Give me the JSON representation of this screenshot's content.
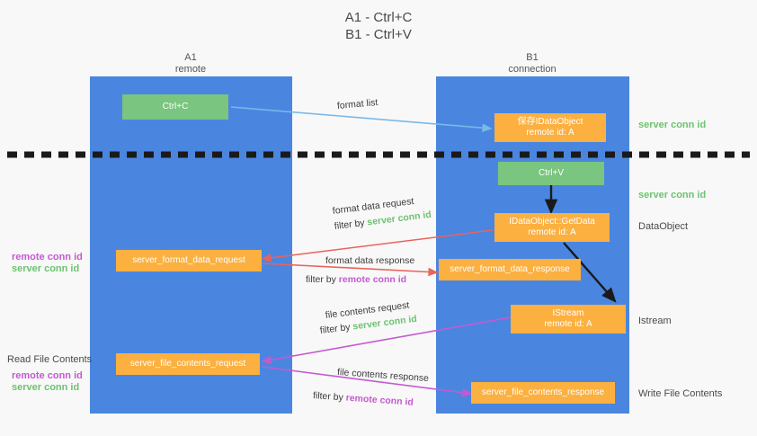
{
  "title": {
    "line1": "A1 - Ctrl+C",
    "line2": "B1 - Ctrl+V"
  },
  "columns": [
    {
      "name": "A1",
      "sub": "remote"
    },
    {
      "name": "B1",
      "sub": "connection"
    }
  ],
  "nodes": {
    "ctrl_c": "Ctrl+C",
    "ctrl_v": "Ctrl+V",
    "dataobject_store": {
      "line1": "保存IDataObject",
      "line2": "remote id: A"
    },
    "getdata": {
      "line1": "IDataObject::GetData",
      "line2": "remote id: A"
    },
    "istream": {
      "line1": "IStream",
      "line2": "remote id: A"
    },
    "server_format_data_request": "server_format_data_request",
    "server_format_data_response": "server_format_data_response",
    "server_file_contents_request": "server_file_contents_request",
    "server_file_contents_response": "server_file_contents_response"
  },
  "edge_labels": {
    "format_list": "format list",
    "format_data_request": "format data request",
    "format_data_request_filter_prefix": "filter by ",
    "format_data_request_filter_value": "server conn id",
    "format_data_response": "format data response",
    "format_data_response_filter_prefix": "filter by ",
    "format_data_response_filter_value": "remote conn id",
    "file_contents_request": "file contents request",
    "file_contents_request_filter_prefix": "filter by ",
    "file_contents_request_filter_value": "server conn id",
    "file_contents_response": "file contents response",
    "file_contents_response_filter_prefix": "filter by ",
    "file_contents_response_filter_value": "remote conn id"
  },
  "annotations": {
    "right_server_conn_id_top": "server conn id",
    "right_server_conn_id_mid": "server conn id",
    "right_dataobject": "DataObject",
    "right_istream": "Istream",
    "right_write_file_contents": "Write File Contents",
    "left_remote_conn_id_upper": "remote conn id",
    "left_server_conn_id_upper": "server conn id",
    "left_read_file_contents": "Read File Contents",
    "left_remote_conn_id_lower": "remote conn id",
    "left_server_conn_id_lower": "server conn id"
  },
  "colors": {
    "lane": "#4a86e0",
    "green_node": "#7ac57f",
    "orange_node": "#fbb040",
    "green_text": "#6cc36f",
    "purple_text": "#c45ad0",
    "blue_arrow": "#7ab8e8",
    "red_arrow": "#e8645a",
    "magenta_arrow": "#c45ad0",
    "black_arrow": "#1a1a1a",
    "background": "#f8f8f8"
  }
}
